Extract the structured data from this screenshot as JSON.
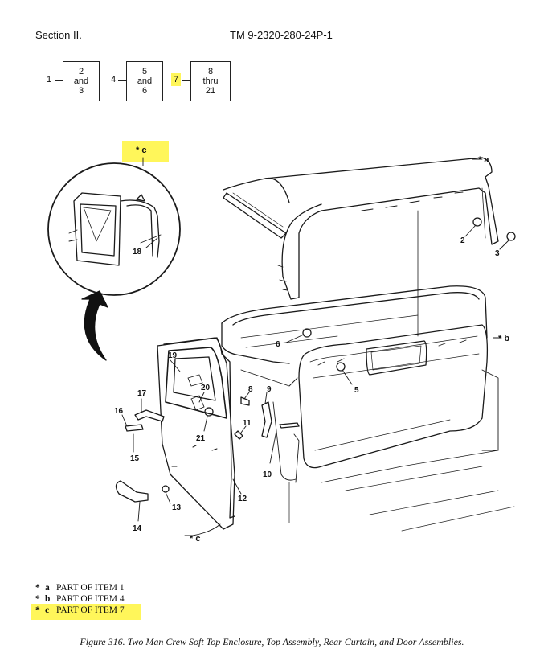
{
  "header": {
    "section": "Section II.",
    "tm_number": "TM 9-2320-280-24P-1"
  },
  "flow": {
    "boxes": [
      {
        "lead": "1",
        "line1": "2",
        "line2": "and",
        "line3": "3"
      },
      {
        "lead": "4",
        "line1": "5",
        "line2": "and",
        "line3": "6"
      },
      {
        "lead": "7",
        "line1": "8",
        "line2": "thru",
        "line3": "21"
      }
    ]
  },
  "figure": {
    "refs": {
      "a": "a",
      "b": "b",
      "c_detail": "c",
      "c_door": "c"
    },
    "callouts": [
      "2",
      "3",
      "5",
      "6",
      "8",
      "9",
      "10",
      "11",
      "12",
      "13",
      "14",
      "15",
      "16",
      "17",
      "18",
      "19",
      "20",
      "21"
    ]
  },
  "legend": [
    {
      "star": "*",
      "letter": "a",
      "text": "PART OF ITEM 1"
    },
    {
      "star": "*",
      "letter": "b",
      "text": "PART OF ITEM 4"
    },
    {
      "star": "*",
      "letter": "c",
      "text": "PART OF ITEM 7"
    }
  ],
  "caption": "Figure 316.  Two Man Crew Soft Top Enclosure, Top Assembly, Rear Curtain, and Door Assemblies.",
  "colors": {
    "highlight": "#fff65a",
    "ink": "#111111"
  }
}
